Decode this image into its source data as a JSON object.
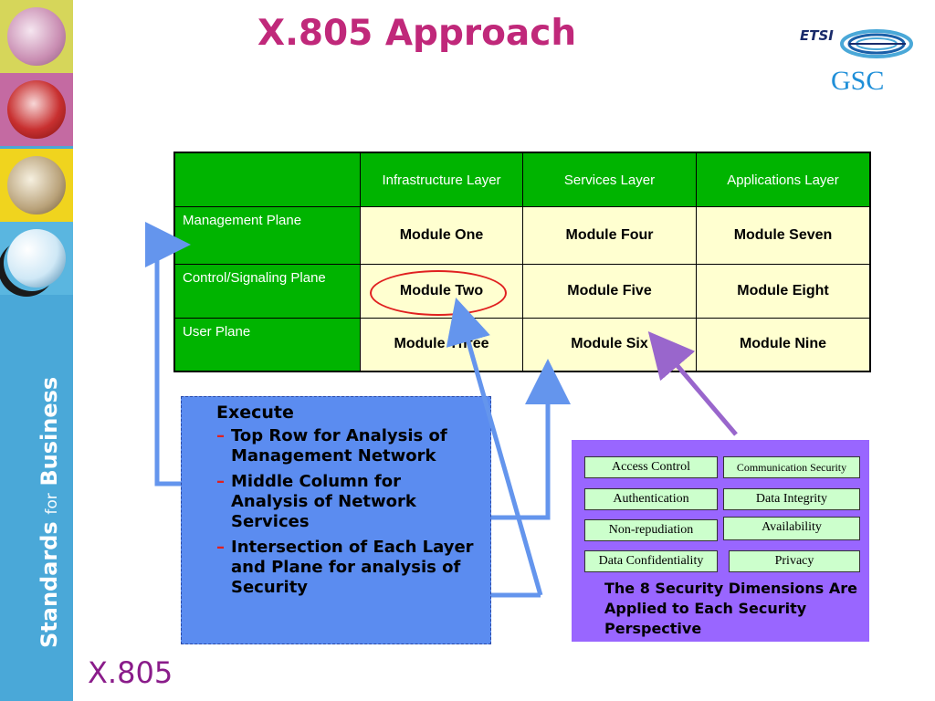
{
  "slide": {
    "title": "X.805 Approach",
    "footer": "X.805"
  },
  "branding": {
    "vertical_text_bold_1": "Standards",
    "vertical_text_small": "for",
    "vertical_text_bold_2": "Business",
    "logo_etsi": "ETSI",
    "logo_gsc": "GSC"
  },
  "matrix": {
    "columns": [
      "",
      "Infrastructure Layer",
      "Services Layer",
      "Applications Layer"
    ],
    "rows": [
      {
        "plane": "Management Plane",
        "modules": [
          "Module One",
          "Module Four",
          "Module Seven"
        ]
      },
      {
        "plane": "Control/Signaling Plane",
        "modules": [
          "Module Two",
          "Module Five",
          "Module Eight"
        ]
      },
      {
        "plane": "User Plane",
        "modules": [
          "Module Three",
          "Module Six",
          "Module Nine"
        ]
      }
    ]
  },
  "execute": {
    "title": "Execute",
    "items": [
      "Top Row for Analysis of Management Network",
      "Middle Column for Analysis of Network Services",
      "Intersection of Each Layer and Plane for analysis of Security"
    ]
  },
  "dimensions": {
    "items": [
      "Access Control",
      "Communication Security",
      "Authentication",
      "Data Integrity",
      "Non-repudiation",
      "Availability",
      "Data Confidentiality",
      "Privacy"
    ],
    "caption": "The 8 Security Dimensions Are Applied to Each Security Perspective"
  },
  "colors": {
    "title": "#c0287a",
    "table_header": "#00b400",
    "table_cell": "#ffffd0",
    "execute_box": "#5b8cf0",
    "dimension_box": "#9966ff",
    "dimension_item": "#ccffcc",
    "arrow_blue": "#6495ed",
    "arrow_purple": "#9966cc",
    "highlight": "#e02020"
  }
}
